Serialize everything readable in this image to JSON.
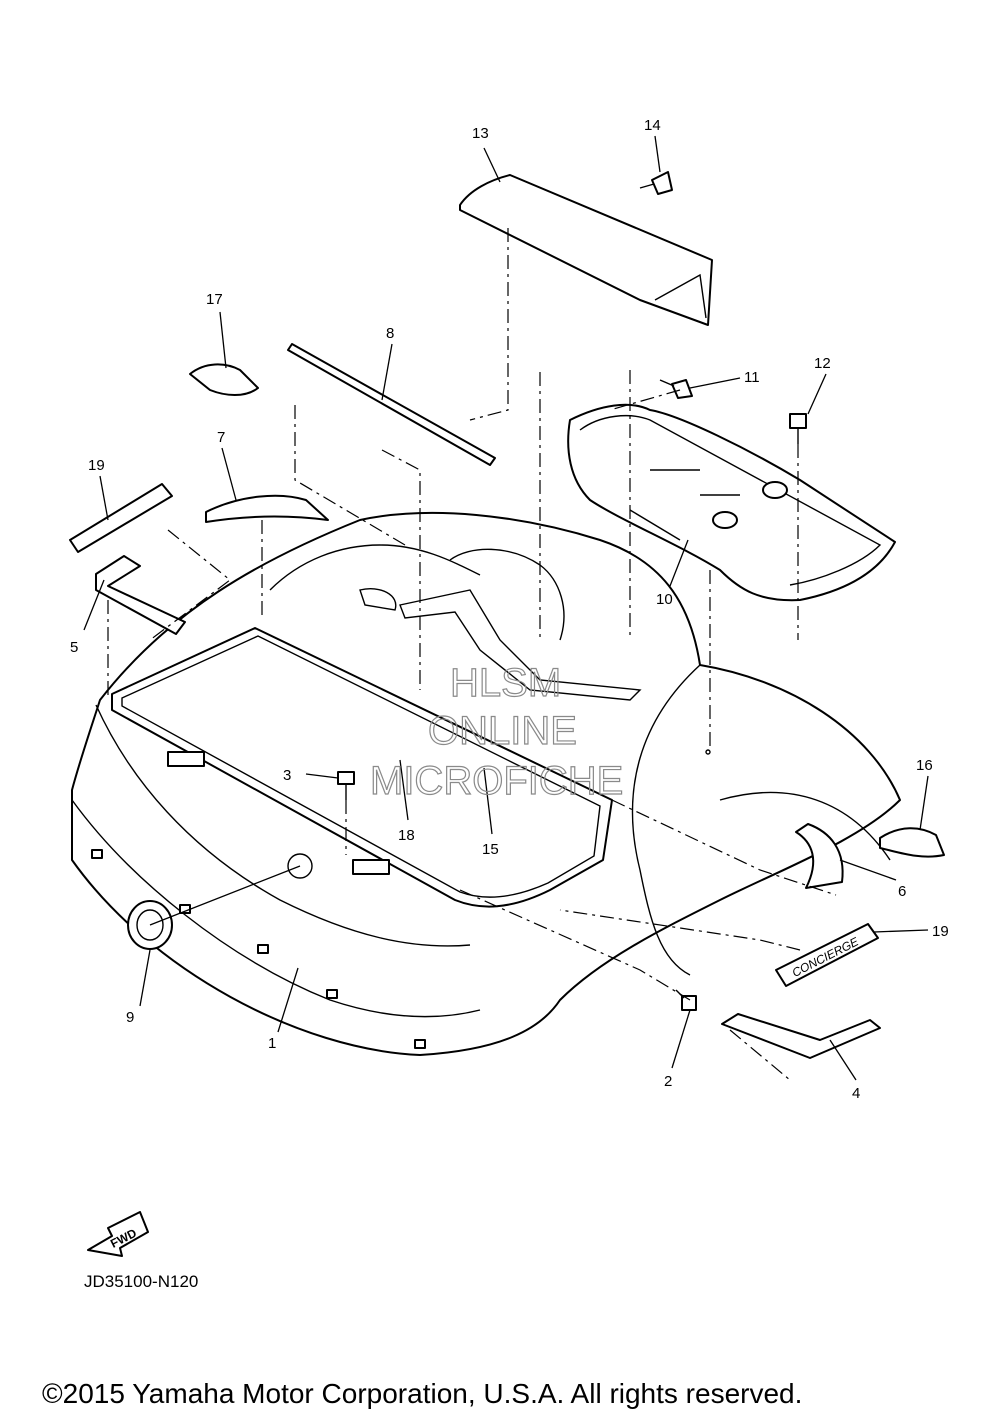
{
  "diagram": {
    "code": "JD35100-N120",
    "copyright": "©2015 Yamaha Motor Corporation, U.S.A. All rights reserved.",
    "fwd_label": "FWD",
    "emblem_text": "CONCIERGE",
    "watermark": [
      "HLSM",
      "ONLINE",
      "MICROFICHE"
    ],
    "callouts": {
      "c1": "1",
      "c2": "2",
      "c3": "3",
      "c4": "4",
      "c5": "5",
      "c6": "6",
      "c7": "7",
      "c8": "8",
      "c9": "9",
      "c10": "10",
      "c11": "11",
      "c12": "12",
      "c13": "13",
      "c14": "14",
      "c15": "15",
      "c16": "16",
      "c17": "17",
      "c18": "18",
      "c19a": "19",
      "c19b": "19"
    }
  }
}
